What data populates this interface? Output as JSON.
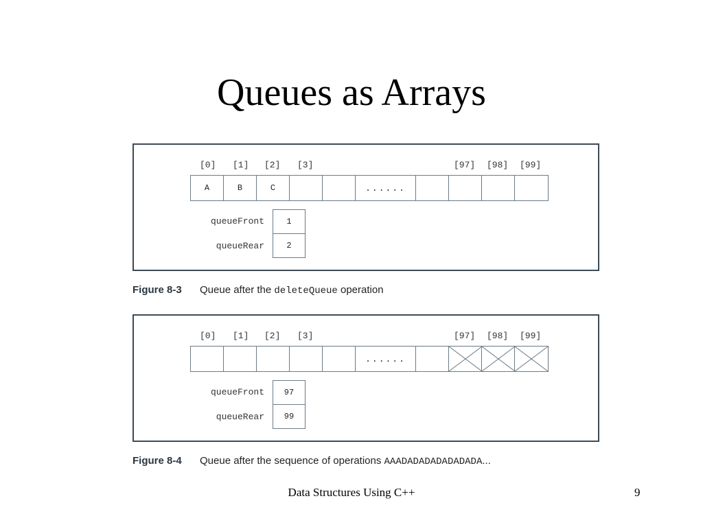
{
  "slide": {
    "title": "Queues as Arrays",
    "footer": "Data Structures Using C++",
    "page_number": "9"
  },
  "index_labels": {
    "i0": "[0]",
    "i1": "[1]",
    "i2": "[2]",
    "i3": "[3]",
    "i97": "[97]",
    "i98": "[98]",
    "i99": "[99]"
  },
  "figures": [
    {
      "cells": [
        "A",
        "B",
        "C",
        "",
        "",
        "......",
        "",
        "",
        "",
        ""
      ],
      "crossed": [
        false,
        false,
        false,
        false,
        false,
        false,
        false,
        false,
        false,
        false
      ],
      "queue_front_label": "queueFront",
      "queue_front_value": "1",
      "queue_rear_label": "queueRear",
      "queue_rear_value": "2",
      "caption_number": "Figure 8-3",
      "caption_text": "Queue after the ",
      "caption_code": "deleteQueue",
      "caption_tail": " operation"
    },
    {
      "cells": [
        "",
        "",
        "",
        "",
        "",
        "......",
        "",
        "",
        "",
        ""
      ],
      "crossed": [
        false,
        false,
        false,
        false,
        false,
        false,
        false,
        true,
        true,
        true
      ],
      "queue_front_label": "queueFront",
      "queue_front_value": "97",
      "queue_rear_label": "queueRear",
      "queue_rear_value": "99",
      "caption_number": "Figure 8-4",
      "caption_text": "Queue after the sequence of operations ",
      "caption_code": "AAADADADADADADADA",
      "caption_tail": "..."
    }
  ]
}
